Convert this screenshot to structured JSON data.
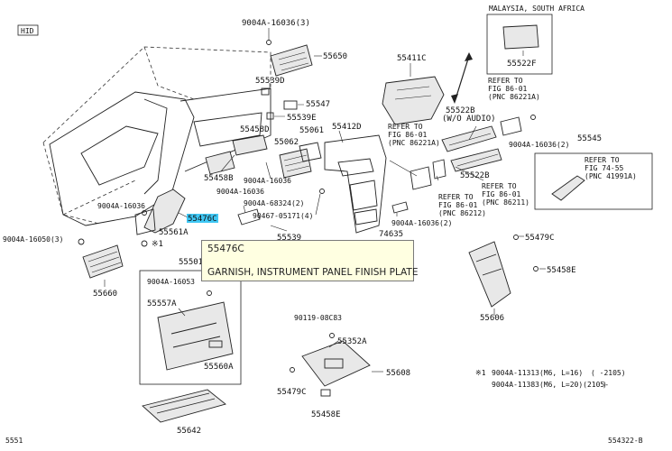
{
  "badge": "HID",
  "region_note": "MALAYSIA, SOUTH AFRICA",
  "footer_left": "5551",
  "footer_right": "554322-B",
  "tooltip": {
    "code": "55476C",
    "description": "GARNISH, INSTRUMENT PANEL FINISH PLATE"
  },
  "callouts": [
    {
      "id": "9004A-16036-top",
      "text": "9004A-16036(3)"
    },
    {
      "id": "55650",
      "text": "55650"
    },
    {
      "id": "55539D",
      "text": "55539D"
    },
    {
      "id": "55547",
      "text": "55547"
    },
    {
      "id": "55539E",
      "text": "55539E"
    },
    {
      "id": "55458D",
      "text": "55458D"
    },
    {
      "id": "55061",
      "text": "55061"
    },
    {
      "id": "55062",
      "text": "55062"
    },
    {
      "id": "55412D",
      "text": "55412D"
    },
    {
      "id": "55411C",
      "text": "55411C"
    },
    {
      "id": "55522F",
      "text": "55522F"
    },
    {
      "id": "55522B-top",
      "text": "55522B"
    },
    {
      "id": "wo-audio",
      "text": "(W/O AUDIO)"
    },
    {
      "id": "55522B-mid",
      "text": "55522B"
    },
    {
      "id": "55545",
      "text": "55545"
    },
    {
      "id": "9004A-16036-r2",
      "text": "9004A-16036(2)"
    },
    {
      "id": "55458B",
      "text": "55458B"
    },
    {
      "id": "9004A-16036-a",
      "text": "9004A-16036"
    },
    {
      "id": "9004A-16036-b",
      "text": "9004A-16036"
    },
    {
      "id": "9004A-16036-c",
      "text": "9004A-16036"
    },
    {
      "id": "9004A-68324",
      "text": "9004A-68324(2)"
    },
    {
      "id": "90467-05171",
      "text": "90467-05171(4)"
    },
    {
      "id": "9004A-16036-d",
      "text": "9004A-16036(2)"
    },
    {
      "id": "55476C",
      "text": "55476C"
    },
    {
      "id": "55561A",
      "text": "55561A"
    },
    {
      "id": "9004A-16050",
      "text": "9004A-16050(3)"
    },
    {
      "id": "X1-left",
      "text": "※1"
    },
    {
      "id": "55539",
      "text": "55539"
    },
    {
      "id": "55501",
      "text": "55501"
    },
    {
      "id": "74635",
      "text": "74635"
    },
    {
      "id": "55479C-r",
      "text": "55479C"
    },
    {
      "id": "55458E-r",
      "text": "55458E"
    },
    {
      "id": "55660",
      "text": "55660"
    },
    {
      "id": "9004A-16053",
      "text": "9004A-16053"
    },
    {
      "id": "55557A",
      "text": "55557A"
    },
    {
      "id": "55560A",
      "text": "55560A"
    },
    {
      "id": "55606",
      "text": "55606"
    },
    {
      "id": "90119-08C83",
      "text": "90119-08C83"
    },
    {
      "id": "55352A",
      "text": "55352A"
    },
    {
      "id": "55608",
      "text": "55608"
    },
    {
      "id": "55479C-b",
      "text": "55479C"
    },
    {
      "id": "55458E-b",
      "text": "55458E"
    },
    {
      "id": "55642",
      "text": "55642"
    }
  ],
  "references": [
    {
      "id": "ref-86221A-top",
      "lines": [
        "REFER TO",
        "FIG 86-01",
        "(PNC 86221A)"
      ]
    },
    {
      "id": "ref-86221A-mid",
      "lines": [
        "REFER TO",
        "FIG 86-01",
        "(PNC 86221A)"
      ]
    },
    {
      "id": "ref-86212",
      "lines": [
        "REFER TO",
        "FIG 86-01",
        "(PNC 86212)"
      ]
    },
    {
      "id": "ref-86211",
      "lines": [
        "REFER TO",
        "FIG 86-01",
        "(PNC 86211)"
      ]
    },
    {
      "id": "ref-41991A",
      "lines": [
        "REFER TO",
        "FIG 74-55",
        "(PNC 41991A)"
      ]
    }
  ],
  "notes": [
    {
      "id": "note1",
      "mark": "※1",
      "part": "9004A-11313(M6, L=16)",
      "range": "(    -2105)"
    },
    {
      "id": "note2",
      "mark": "",
      "part": "9004A-11383(M6, L=20)(2105-",
      "range": "    )"
    }
  ]
}
